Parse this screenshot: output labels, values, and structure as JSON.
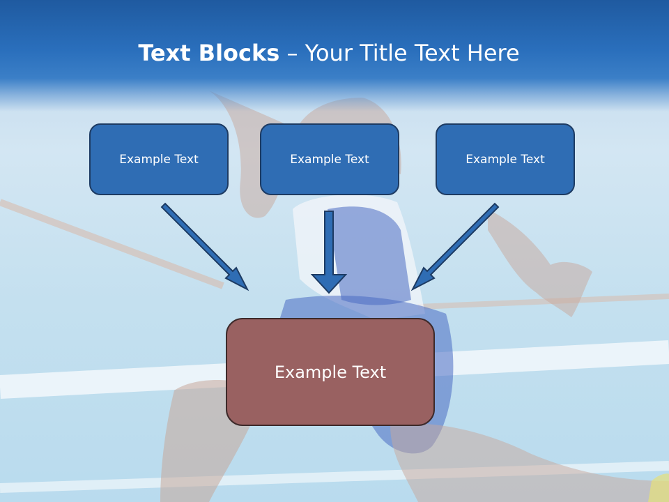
{
  "slide": {
    "title_bold": "Text Blocks",
    "title_dash": " – ",
    "title_rest": "Your Title Text Here"
  },
  "top_boxes": [
    {
      "label": "Example Text"
    },
    {
      "label": "Example Text"
    },
    {
      "label": "Example Text"
    }
  ],
  "bottom_box": {
    "label": "Example Text"
  },
  "colors": {
    "header": "#2a6fbc",
    "box_blue": "#2f6db4",
    "box_blue_border": "#1d3b63",
    "box_red": "#996161",
    "arrow": "#2f6db4"
  }
}
